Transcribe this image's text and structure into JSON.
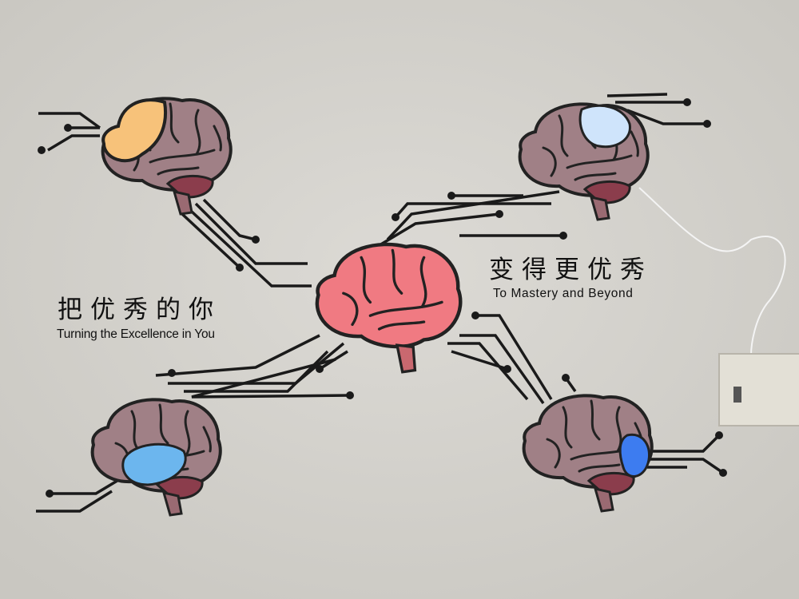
{
  "left_panel": {
    "title": "把优秀的你",
    "subtitle": "Turning the Excellence in You"
  },
  "right_panel": {
    "title": "变得更优秀",
    "subtitle": "To Mastery and Beyond"
  },
  "colors": {
    "wall": "#d6d4ce",
    "brain_body": "#a08086",
    "cerebellum": "#8b3d4c",
    "center_brain": "#f07a82",
    "highlight_orange": "#f7c27a",
    "highlight_light_blue": "#cfe4fb",
    "highlight_sky_blue": "#6cb6ee",
    "highlight_blue": "#3d7cf0"
  }
}
